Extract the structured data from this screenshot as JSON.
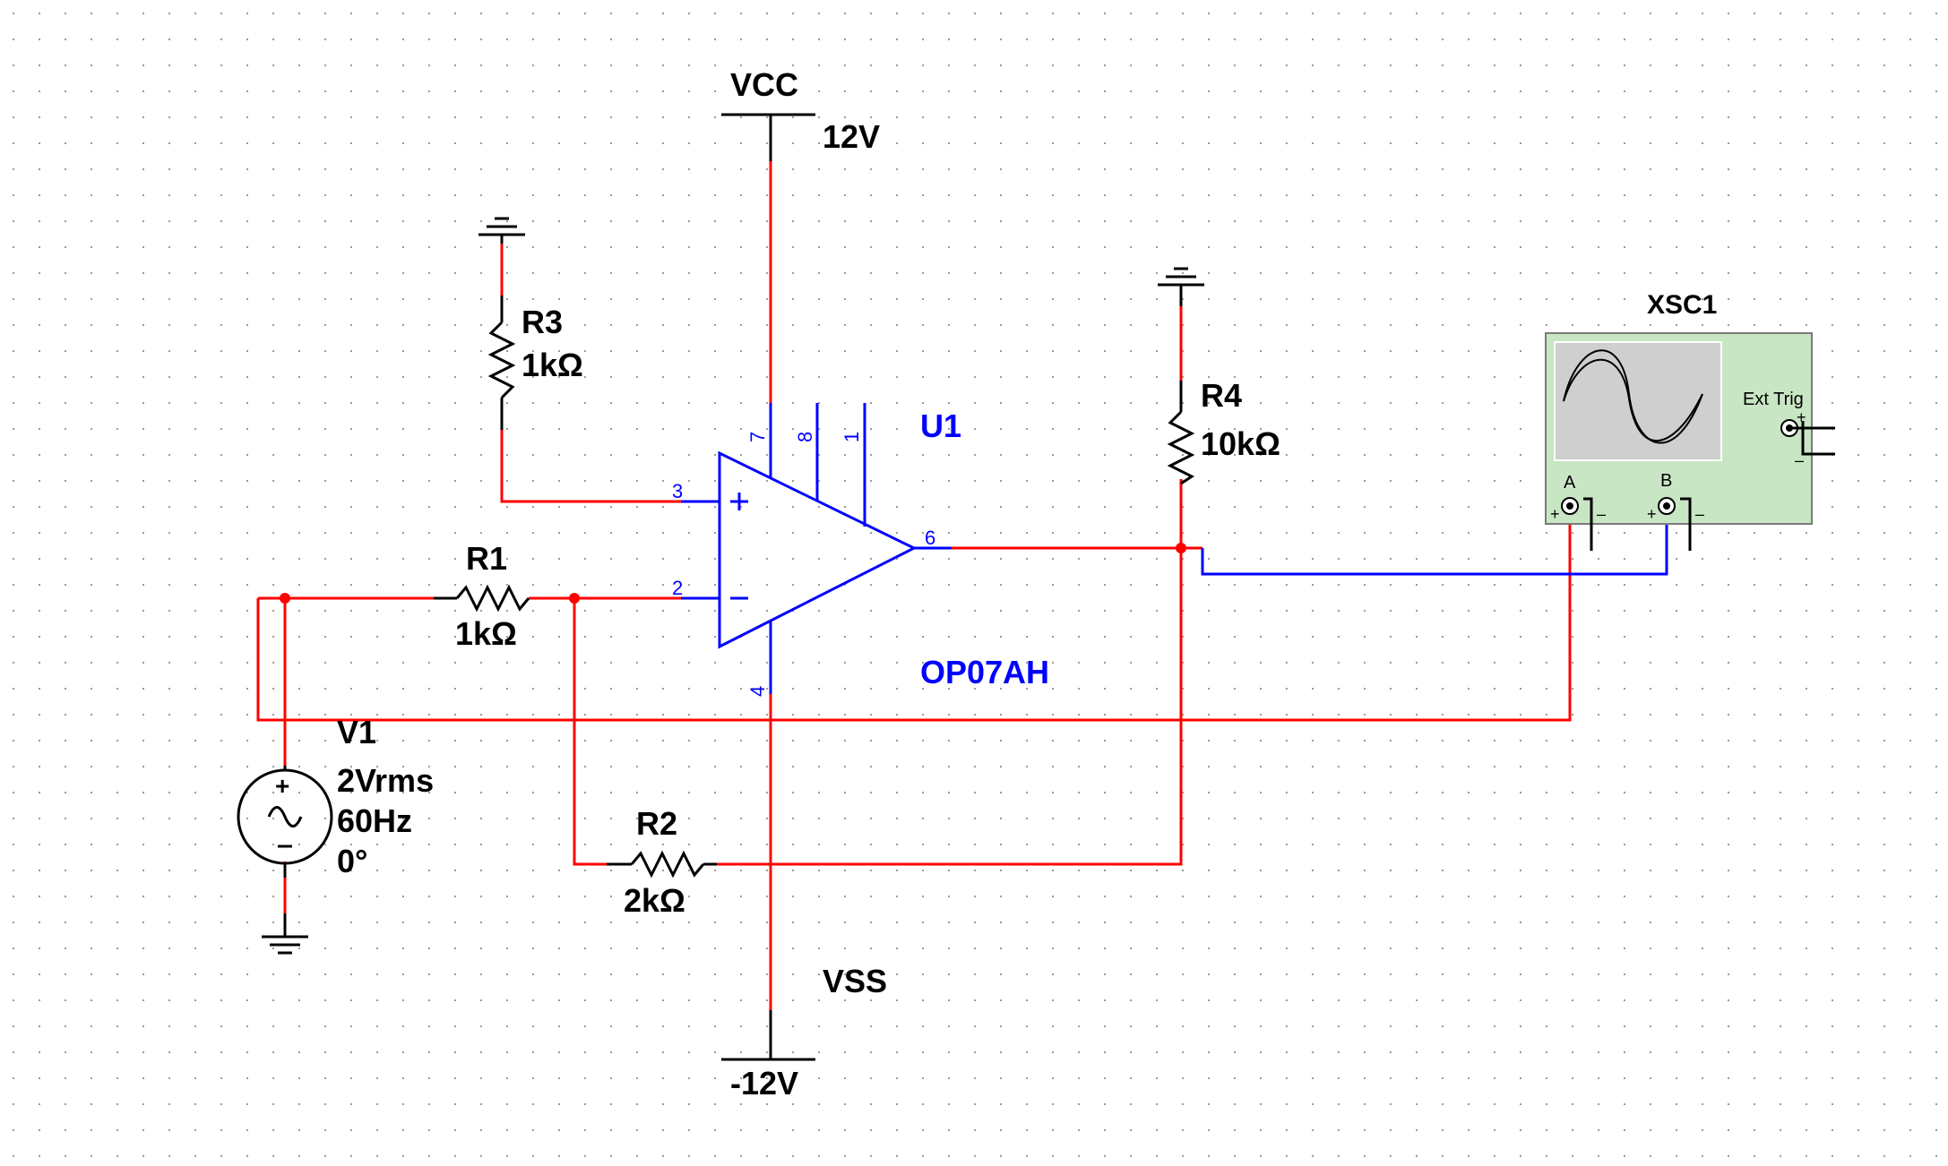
{
  "components": {
    "vcc": {
      "name": "VCC",
      "value": "12V"
    },
    "vss": {
      "name": "VSS",
      "value": "-12V"
    },
    "r1": {
      "name": "R1",
      "value": "1kΩ"
    },
    "r2": {
      "name": "R2",
      "value": "2kΩ"
    },
    "r3": {
      "name": "R3",
      "value": "1kΩ"
    },
    "r4": {
      "name": "R4",
      "value": "10kΩ"
    },
    "u1": {
      "name": "U1",
      "part": "OP07AH",
      "pins": {
        "p1": "1",
        "p2": "2",
        "p3": "3",
        "p4": "4",
        "p6": "6",
        "p7": "7",
        "p8": "8"
      }
    },
    "v1": {
      "name": "V1",
      "amplitude": "2Vrms",
      "frequency": "60Hz",
      "phase": "0°"
    },
    "xsc1": {
      "name": "XSC1",
      "ext_trig": "Ext Trig",
      "channel_a": "A",
      "channel_b": "B",
      "plus": "+",
      "minus": "–"
    }
  },
  "colors": {
    "wire_red": "#ff0000",
    "wire_blue": "#0000ff",
    "component_black": "#000000",
    "label_blue": "#0000ff",
    "scope_body": "#c9e6c4",
    "scope_screen": "#cfcfcf",
    "grid_dot": "#9a9a9a"
  }
}
